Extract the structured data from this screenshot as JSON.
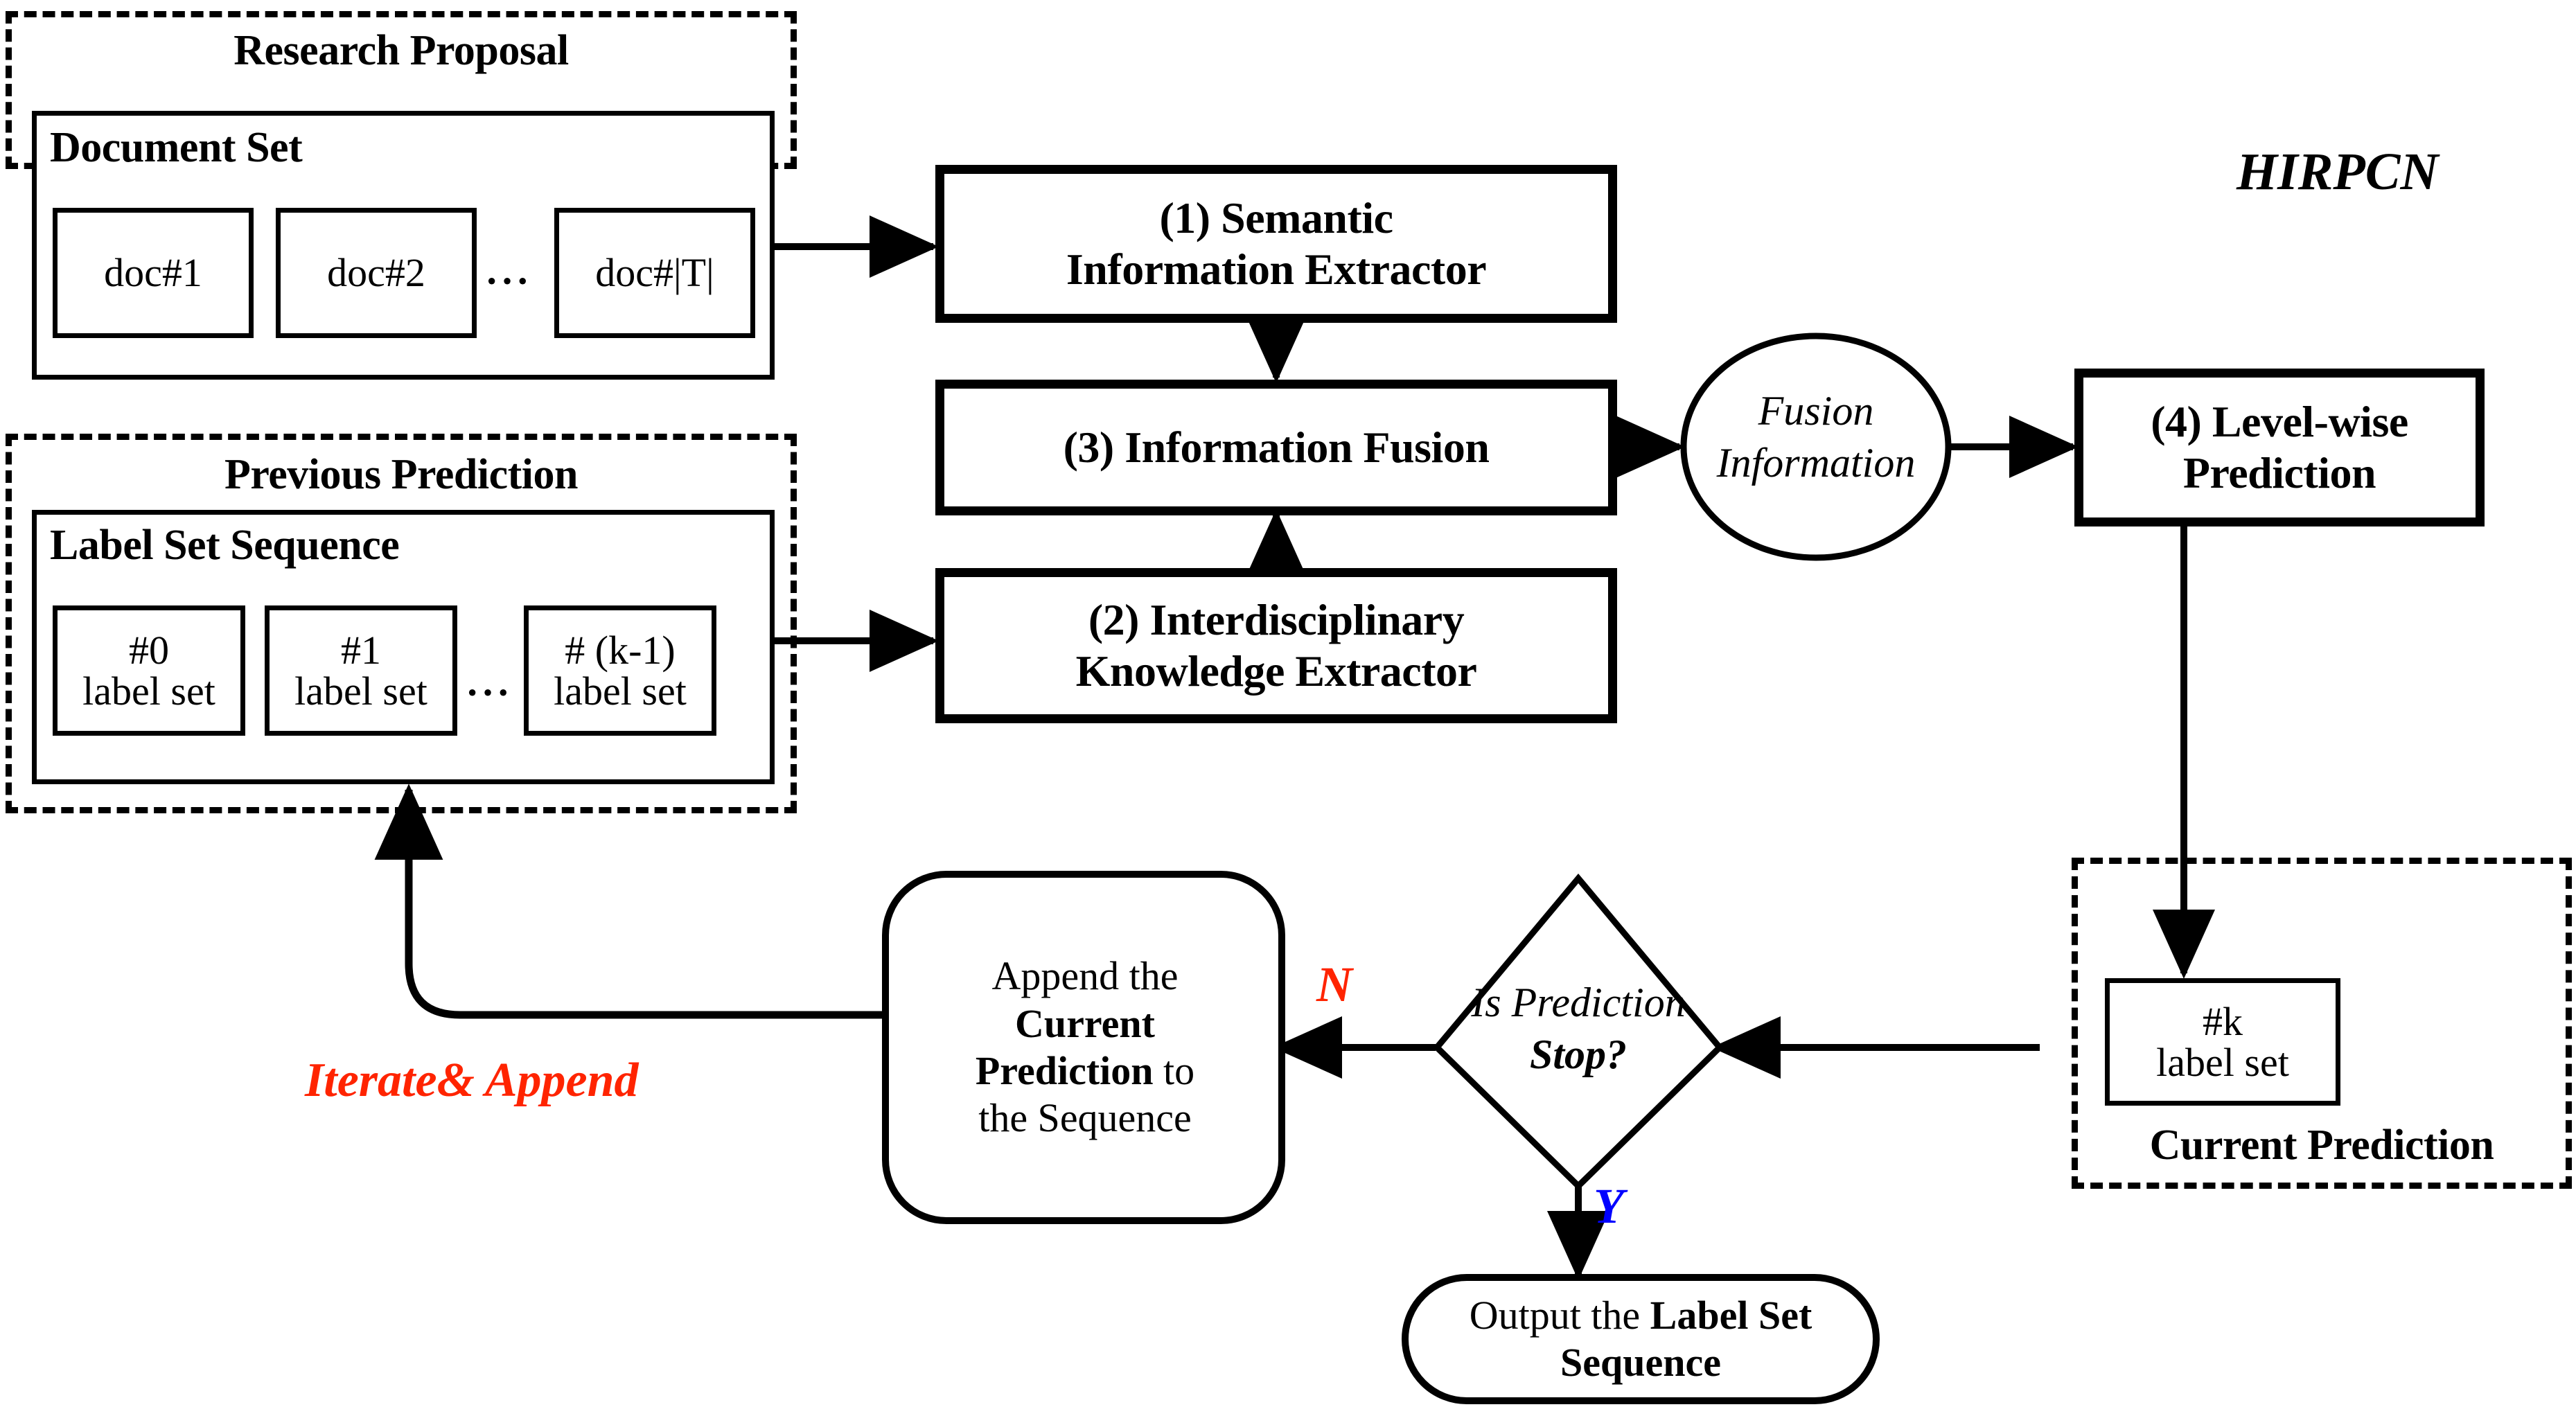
{
  "brand": {
    "name": "HIRPCN"
  },
  "groups": {
    "research_proposal": {
      "title": "Research Proposal",
      "inner_title": "Document Set",
      "items": [
        "doc#1",
        "doc#2",
        "doc#|T|"
      ],
      "ellipsis": "···"
    },
    "previous_prediction": {
      "title": "Previous Prediction",
      "inner_title": "Label Set Sequence",
      "items": [
        {
          "index": "#0",
          "label": "label set"
        },
        {
          "index": "#1",
          "label": "label set"
        },
        {
          "index": "# (k-1)",
          "label": "label set"
        }
      ],
      "ellipsis": "···"
    },
    "current_prediction": {
      "title": "Current Prediction",
      "item": {
        "index": "#k",
        "label": "label set"
      }
    }
  },
  "modules": {
    "semantic_extractor": {
      "line1": "(1) Semantic",
      "line2": "Information Extractor"
    },
    "information_fusion": {
      "line1": "(3) Information Fusion"
    },
    "knowledge_extractor": {
      "line1": "(2) Interdisciplinary",
      "line2": "Knowledge Extractor"
    },
    "levelwise_prediction": {
      "line1": "(4) Level-wise",
      "line2": "Prediction"
    }
  },
  "fusion_node": {
    "line1": "Fusion",
    "line2": "Information"
  },
  "decision": {
    "line1": "Is Prediction",
    "line2": "Stop?",
    "yes_label": "Y",
    "no_label": "N",
    "yes_color": "#0000FF",
    "no_color": "#FF2400"
  },
  "append_node": {
    "line1": "Append the",
    "line2": "Current",
    "line3_bold": "Prediction",
    "line3_rest": " to",
    "line4": "the Sequence"
  },
  "output_node": {
    "line1_plain": "Output the ",
    "line1_bold": "Label Set",
    "line2_bold": "Sequence"
  },
  "loop_label": {
    "text": "Iterate& Append",
    "color": "#FF2400"
  },
  "colors": {
    "stroke": "#000000",
    "background": "#FFFFFF",
    "red": "#FF2400",
    "blue": "#0000FF"
  }
}
